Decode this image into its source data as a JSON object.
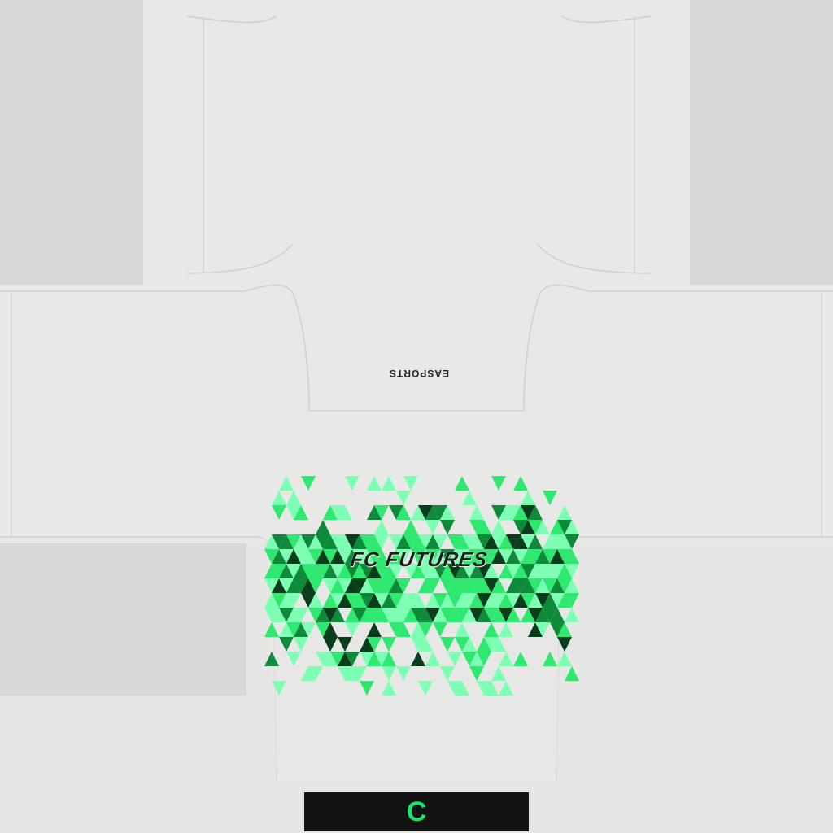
{
  "kit": {
    "sponsor": "FC FUTURES",
    "brand": "EASPORTS",
    "captain_letter": "C"
  },
  "colors": {
    "background": "#e6e7e4",
    "side_panel": "#d8d8d8",
    "shirt": "#e8e8e6",
    "seam": "#cfd0cd",
    "green_light": "#7dffb4",
    "green_mid": "#2ee86f",
    "green_dark": "#0f8a3a",
    "green_deep": "#0a3d1c",
    "captain_band": "#111312",
    "captain_letter": "#19e36c"
  },
  "icons": [
    "triangle-mosaic-pattern",
    "captain-armband"
  ]
}
